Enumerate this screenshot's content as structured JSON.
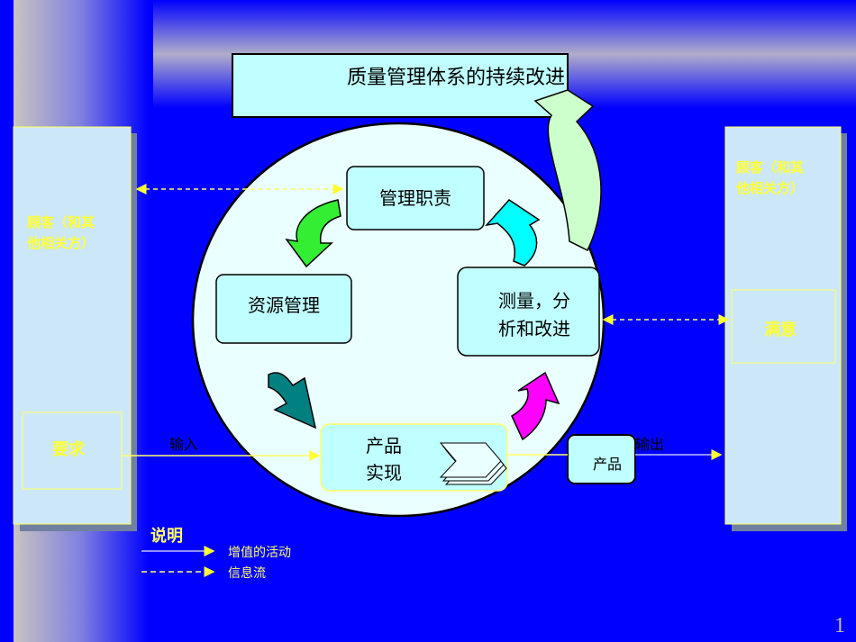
{
  "title": "质量管理体系的持续改进",
  "left_panel": {
    "label_line1": "顾客（和其",
    "label_line2": "他相关方）",
    "inner": "要求"
  },
  "right_panel": {
    "label_line1": "顾客（和其",
    "label_line2": "他相关方）",
    "inner": "满意"
  },
  "processes": {
    "management": "管理职责",
    "resource": "资源管理",
    "measure_line1": "测量，分",
    "measure_line2": "析和改进",
    "realization_line1": "产品",
    "realization_line2": "实现",
    "product": "产品"
  },
  "flow": {
    "input": "输入",
    "output": "输出"
  },
  "legend": {
    "title": "说明",
    "value_added": "增值的活动",
    "info_flow": "信息流"
  },
  "page_number": "1",
  "colors": {
    "background": "#0000ff",
    "box_fill": "#c0ffff",
    "label_yellow": "#ffff66",
    "arrow_green": "#33ee33",
    "arrow_teal": "#008080",
    "arrow_magenta": "#ff00ff",
    "arrow_cyan": "#00ffff",
    "big_arrow": "#ccffcc"
  }
}
